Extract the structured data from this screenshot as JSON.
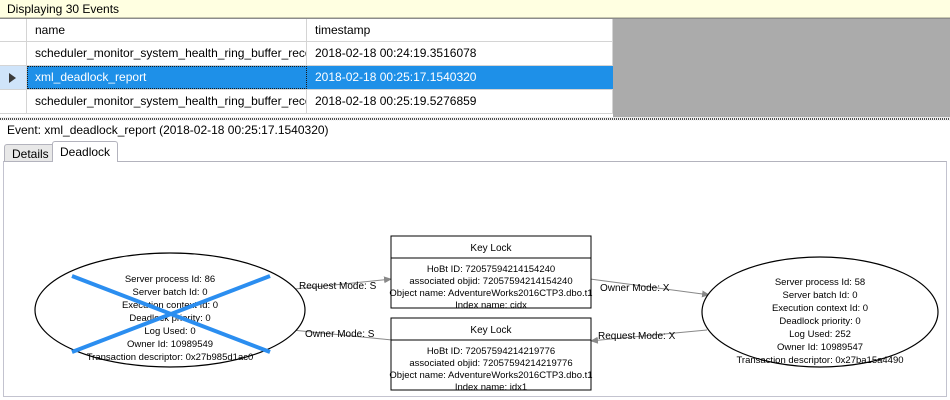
{
  "banner": {
    "text": "Displaying 30 Events"
  },
  "grid": {
    "columns": [
      "",
      "name",
      "timestamp"
    ],
    "rows": [
      {
        "selected": false,
        "indicator": "",
        "name": "scheduler_monitor_system_health_ring_buffer_recorded",
        "timestamp": "2018-02-18 00:24:19.3516078"
      },
      {
        "selected": true,
        "indicator": "row-selector-triangle",
        "name": "xml_deadlock_report",
        "timestamp": "2018-02-18 00:25:17.1540320"
      },
      {
        "selected": false,
        "indicator": "",
        "name": "scheduler_monitor_system_health_ring_buffer_recorded",
        "timestamp": "2018-02-18 00:25:19.5276859"
      }
    ]
  },
  "event_header": {
    "text": "Event: xml_deadlock_report (2018-02-18 00:25:17.1540320)"
  },
  "tabs": [
    {
      "label": "Details",
      "active": false
    },
    {
      "label": "Deadlock",
      "active": true
    }
  ],
  "deadlock": {
    "victim_process": {
      "is_victim": true,
      "lines": [
        "Server process Id: 86",
        "Server batch Id: 0",
        "Execution context Id: 0",
        "Deadlock priority: 0",
        "Log Used: 0",
        "Owner Id: 10989549",
        "Transaction descriptor: 0x27b985d1ac0"
      ]
    },
    "other_process": {
      "is_victim": false,
      "lines": [
        "Server process Id: 58",
        "Server batch Id: 0",
        "Execution context Id: 0",
        "Deadlock priority: 0",
        "Log Used: 252",
        "Owner Id: 10989547",
        "Transaction descriptor: 0x27ba15a4490"
      ]
    },
    "resources": [
      {
        "title": "Key Lock",
        "lines": [
          "HoBt ID: 72057594214154240",
          "associated objid: 72057594214154240",
          "Object name: AdventureWorks2016CTP3.dbo.t1",
          "Index name: cidx"
        ]
      },
      {
        "title": "Key Lock",
        "lines": [
          "HoBt ID: 72057594214219776",
          "associated objid: 72057594214219776",
          "Object name: AdventureWorks2016CTP3.dbo.t1",
          "Index name: idx1"
        ]
      }
    ],
    "edges": [
      {
        "label": "Request Mode: S"
      },
      {
        "label": "Owner Mode: S"
      },
      {
        "label": "Owner Mode: X"
      },
      {
        "label": "Request Mode: X"
      }
    ]
  },
  "colors": {
    "banner_bg": "#ffffe1",
    "selection_blue": "#1e90e8",
    "victim_cross": "#2b8ef0",
    "grid_empty_gray": "#ababab"
  }
}
